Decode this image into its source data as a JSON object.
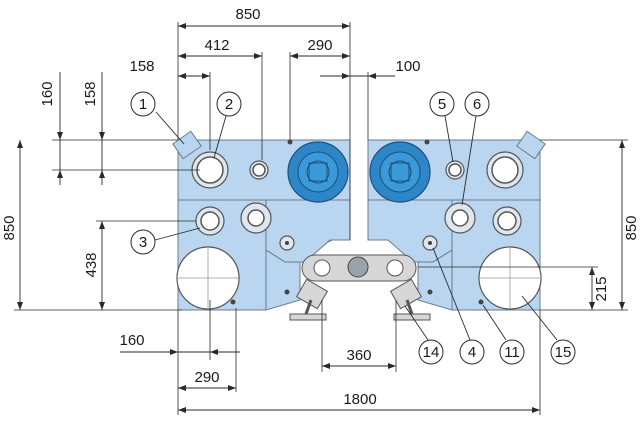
{
  "dimensions": {
    "overall_width": "850",
    "d412": "412",
    "d290_top": "290",
    "d158_top": "158",
    "d100": "100",
    "v160": "160",
    "v158": "158",
    "v850_left": "850",
    "v438": "438",
    "v850_right": "850",
    "v215": "215",
    "d160_bottom": "160",
    "d290_bottom": "290",
    "d360": "360",
    "d1800": "1800"
  },
  "callouts": [
    "1",
    "2",
    "3",
    "5",
    "6",
    "14",
    "4",
    "11",
    "15"
  ],
  "colors": {
    "tank": "#b9d5ef",
    "blue_unit": "#2c86c8",
    "line": "#2a2a2a"
  }
}
